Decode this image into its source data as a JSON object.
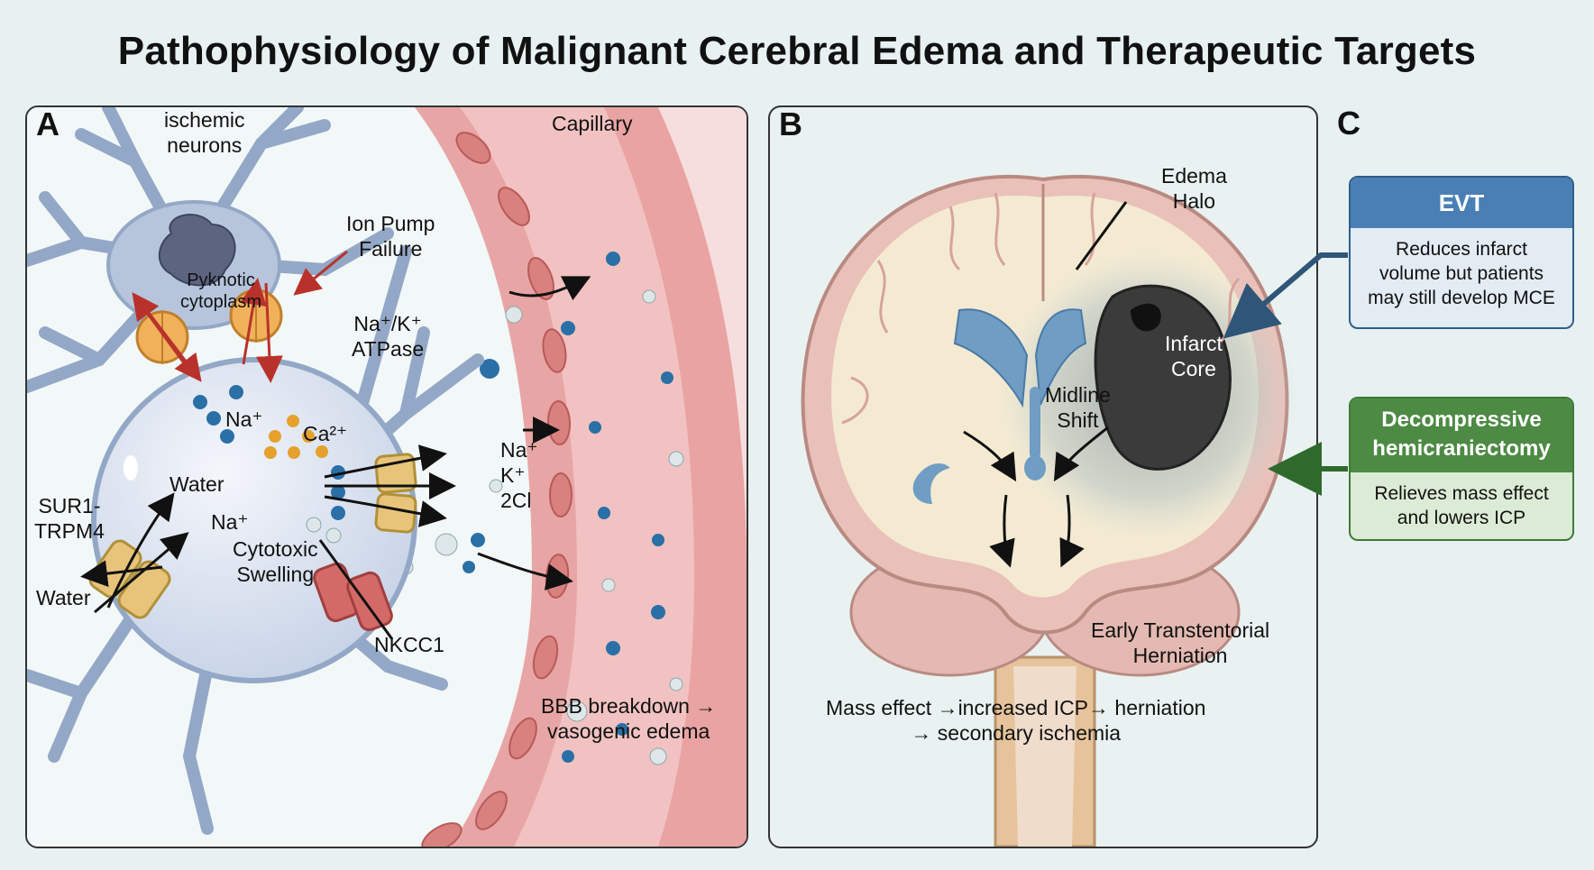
{
  "title": "Pathophysiology of Malignant Cerebral Edema and Therapeutic Targets",
  "panel_a": {
    "label": "A",
    "ischemic_neurons": [
      "ischemic",
      "neurons"
    ],
    "capillary": "Capillary",
    "ion_pump_failure": [
      "Ion Pump",
      "Failure"
    ],
    "pyknotic": [
      "Pyknotic",
      "cytoplasm"
    ],
    "atpase": [
      "Na⁺/K⁺",
      "ATPase"
    ],
    "na": "Na⁺",
    "ca": "Ca²⁺",
    "water_in": "Water",
    "na_in": "Na⁺",
    "sur1": [
      "SUR1-",
      "TRPM4"
    ],
    "water_out": "Water",
    "cytotoxic": [
      "Cytotoxic",
      "Swelling"
    ],
    "nkcc1": "NKCC1",
    "cotransport": [
      "Na⁺",
      "K⁺",
      "2Cl"
    ],
    "bbb": [
      "BBB breakdown →",
      "vasogenic edema"
    ]
  },
  "panel_b": {
    "label": "B",
    "edema_halo": [
      "Edema",
      "Halo"
    ],
    "infarct_core": [
      "Infarct",
      "Core"
    ],
    "midline_shift": [
      "Midline",
      "Shift"
    ],
    "herniation": [
      "Early Transtentorial",
      "Herniation"
    ],
    "mass_effect": [
      "Mass effect →increased ICP→ herniation",
      "→ secondary ischemia"
    ]
  },
  "panel_c": {
    "label": "C",
    "evt_title": "EVT",
    "evt_body": [
      "Reduces infarct",
      "volume but patients",
      "may still develop MCE"
    ],
    "dh_title": [
      "Decompressive",
      "hemicraniectomy"
    ],
    "dh_body": [
      "Relieves mass effect",
      "and lowers ICP"
    ]
  },
  "colors": {
    "evt_header": "#4a7fb5",
    "evt_body": "#e2e9f3",
    "dh_header": "#4d8a44",
    "dh_body": "#dcebd5",
    "vessel": "#e9a3a3",
    "ion": "#2a6fa6",
    "calcium": "#e5a12c"
  }
}
